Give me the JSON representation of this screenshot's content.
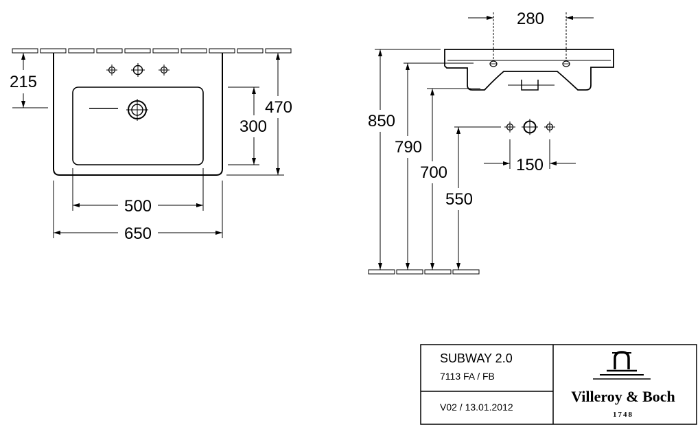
{
  "front_view": {
    "dim_215": "215",
    "dim_470": "470",
    "dim_300": "300",
    "dim_500": "500",
    "dim_650": "650"
  },
  "side_view": {
    "dim_280": "280",
    "dim_850": "850",
    "dim_790": "790",
    "dim_700": "700",
    "dim_550": "550",
    "dim_150": "150"
  },
  "title_block": {
    "product": "SUBWAY 2.0",
    "code": "7113 FA / FB",
    "version": "V02 / 13.01.2012",
    "brand": "Villeroy & Boch",
    "year": "1748"
  }
}
